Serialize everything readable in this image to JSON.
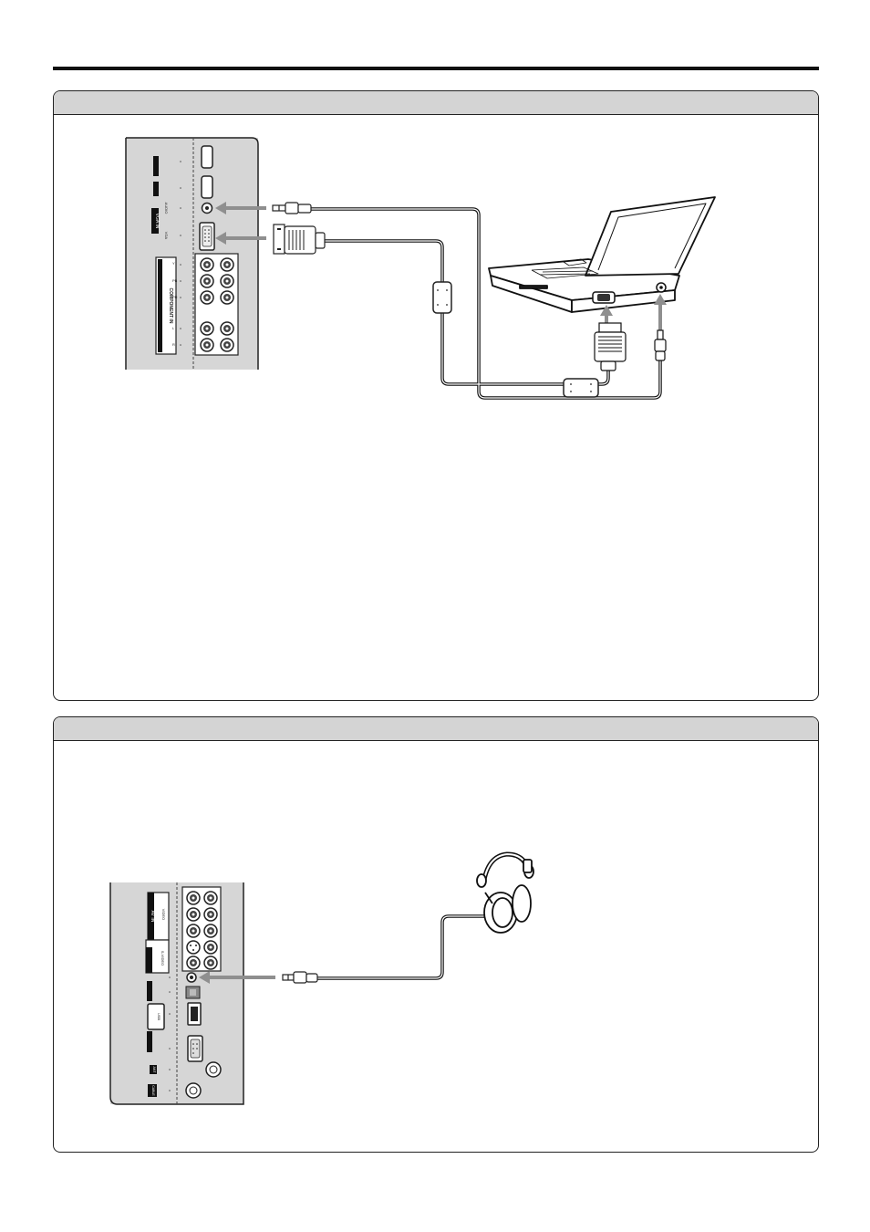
{
  "page": {
    "sections": [
      {
        "id": "pc-connection",
        "title": ""
      },
      {
        "id": "headphone-connection",
        "title": ""
      }
    ]
  },
  "tv_panel_top": {
    "labels": [
      "VGA IN",
      "AUDIO",
      "VGA",
      "COMPONENT IN",
      "Y",
      "PB",
      "PR",
      "L",
      "R"
    ]
  },
  "tv_panel_bottom": {
    "labels": [
      "AV IN",
      "VIDEO",
      "S-VIDEO",
      "USB",
      "RS-232C",
      "ANT",
      "CABLE"
    ]
  },
  "colors": {
    "panel_fill": "#d6d6d6",
    "arrow": "#8f8f8f",
    "header": "#d4d4d4",
    "line": "#111111"
  }
}
